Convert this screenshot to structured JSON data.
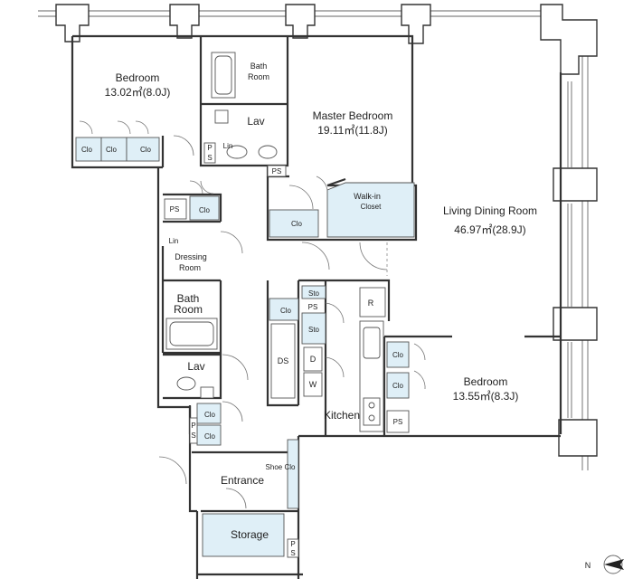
{
  "rooms": {
    "bedroom_nw": {
      "name": "Bedroom",
      "area": "13.02㎡(8.0J)"
    },
    "bath_top": {
      "name1": "Bath",
      "name2": "Room"
    },
    "lav_top": {
      "name": "Lav"
    },
    "master": {
      "name": "Master  Bedroom",
      "area": "19.11㎡(11.8J)"
    },
    "walkin": {
      "name1": "Walk-in",
      "name2": "Closet"
    },
    "ldr": {
      "name": "Living Dining Room",
      "area": "46.97㎡(28.9J)"
    },
    "dressing": {
      "name1": "Dressing",
      "name2": "Room"
    },
    "bath_mid": {
      "name1": "Bath",
      "name2": "Room"
    },
    "lav_mid": {
      "name": "Lav"
    },
    "bedroom_se": {
      "name": "Bedroom",
      "area": "13.55㎡(8.3J)"
    },
    "kitchen": {
      "name": "Kitchen"
    },
    "entrance": {
      "name": "Entrance"
    },
    "storage": {
      "name": "Storage"
    }
  },
  "labels": {
    "clo": "Clo",
    "ps": "PS",
    "lin": "Lin",
    "p": "P",
    "s": "S",
    "sto": "Sto",
    "ds": "DS",
    "d": "D",
    "w": "W",
    "r": "R",
    "shoe_clo": "Shoe Clo"
  },
  "compass": {
    "north": "N"
  },
  "colors": {
    "closet_fill": "#dfeff7",
    "wall": "#333333"
  }
}
